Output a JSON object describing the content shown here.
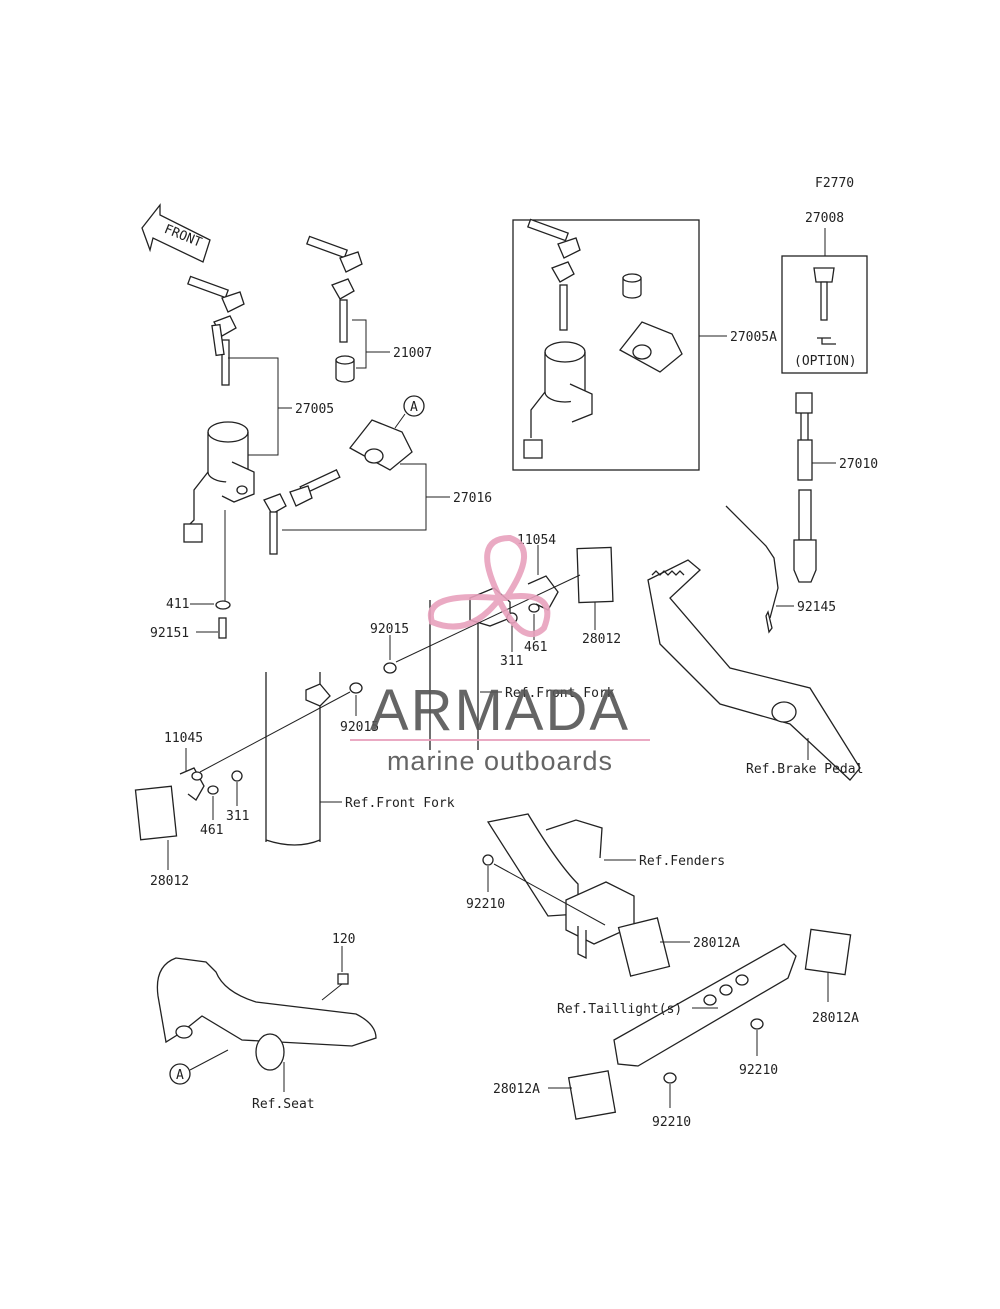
{
  "figure_code": "F2770",
  "front_label": "FRONT",
  "option_label": "(OPTION)",
  "watermark": {
    "brand": "ARMADA",
    "tagline": "marine outboards",
    "accent_color": "#e8a1bd",
    "text_color": "#555555"
  },
  "callouts": {
    "c27005": "27005",
    "c21007": "21007",
    "c27016": "27016",
    "c27005A": "27005A",
    "c27008": "27008",
    "c27010": "27010",
    "c411": "411",
    "c92151": "92151",
    "c11054": "11054",
    "c28012_a": "28012",
    "c92015_a": "92015",
    "c461_a": "461",
    "c311_a": "311",
    "c92015_b": "92015",
    "c11045": "11045",
    "c461_b": "461",
    "c311_b": "311",
    "c28012_b": "28012",
    "c92145": "92145",
    "c92210_a": "92210",
    "c28012A_a": "28012A",
    "c28012A_b": "28012A",
    "c92210_b": "92210",
    "c28012A_c": "28012A",
    "c92210_c": "92210",
    "c120": "120",
    "ref_a_1": "A",
    "ref_a_2": "A"
  },
  "references": {
    "front_fork_1": "Ref.Front Fork",
    "front_fork_2": "Ref.Front Fork",
    "brake_pedal": "Ref.Brake Pedal",
    "fenders": "Ref.Fenders",
    "taillights": "Ref.Taillight(s)",
    "seat": "Ref.Seat"
  }
}
